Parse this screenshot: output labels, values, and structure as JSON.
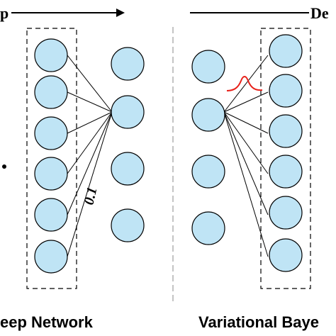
{
  "colors": {
    "node_fill": "#bfe4f5",
    "node_stroke": "#000000",
    "edge": "#000000",
    "divider": "#8a8a8a",
    "distribution_curve": "#e8211a"
  },
  "labels": {
    "top_left_fragment": "p",
    "top_right_fragment": "De",
    "weight_value": "0.1",
    "left_caption": "eep Network",
    "right_caption": "Variational Baye"
  },
  "icons": {
    "left_edge_marker": "dot"
  }
}
